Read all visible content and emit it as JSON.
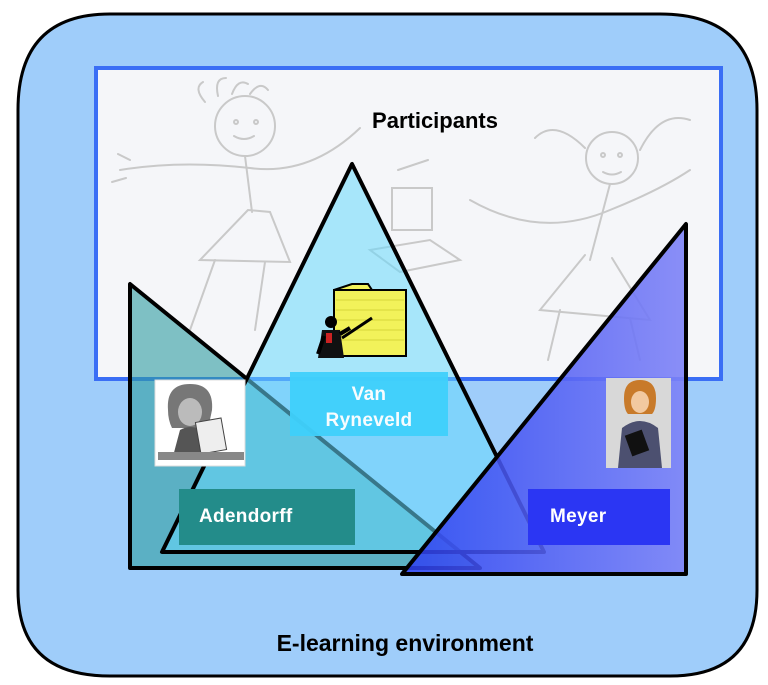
{
  "diagram": {
    "environment_label": "E-learning environment",
    "participants_label": "Participants",
    "people": [
      {
        "name_line1": "Van",
        "name_line2": "Ryneveld",
        "role_icon": "presenter-at-board-icon"
      },
      {
        "name": "Adendorff",
        "role_icon": "woman-writing-icon"
      },
      {
        "name": "Meyer",
        "role_icon": "businesswoman-icon"
      }
    ]
  },
  "colors": {
    "environment_fill": "#9fcdfa",
    "participants_border": "#3a6ef5",
    "triangle_center": "#66d8fc",
    "triangle_left": "#2f9ca0",
    "triangle_right": "#3340e8",
    "label_center": "#3fd0fb",
    "label_left": "#238c8a",
    "label_right": "#2b36f3"
  }
}
